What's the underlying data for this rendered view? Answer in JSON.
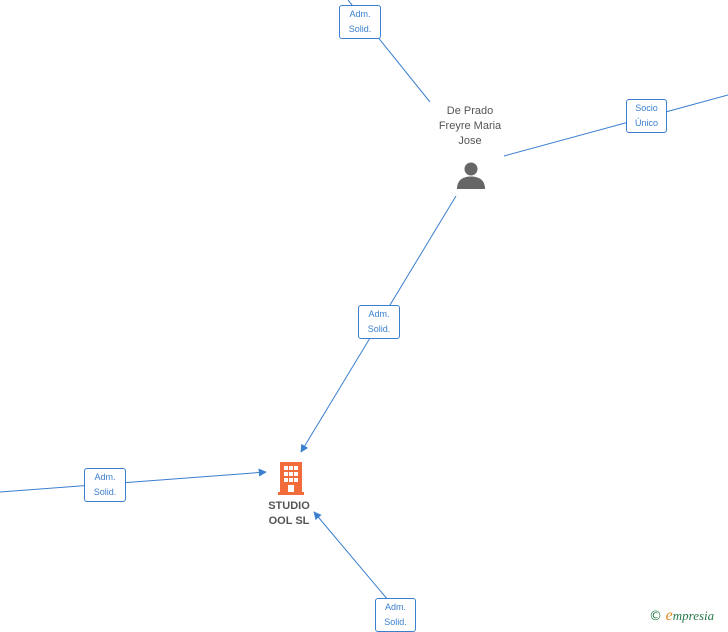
{
  "person": {
    "name_lines": [
      "De Prado",
      "Freyre Maria",
      "Jose"
    ]
  },
  "company": {
    "name_lines": [
      "STUDIO",
      "OOL SL"
    ]
  },
  "relations": [
    {
      "lines": [
        "Adm.",
        "Solid."
      ]
    },
    {
      "lines": [
        "Socio",
        "Único"
      ]
    },
    {
      "lines": [
        "Adm.",
        "Solid."
      ]
    },
    {
      "lines": [
        "Adm.",
        "Solid."
      ]
    },
    {
      "lines": [
        "Adm.",
        "Solid."
      ]
    }
  ],
  "brand": {
    "copyright": "©",
    "initial": "e",
    "rest": "mpresia"
  },
  "colors": {
    "edge": "#3a7fd0",
    "company_icon": "#f26b3a",
    "person_icon": "#666666"
  }
}
